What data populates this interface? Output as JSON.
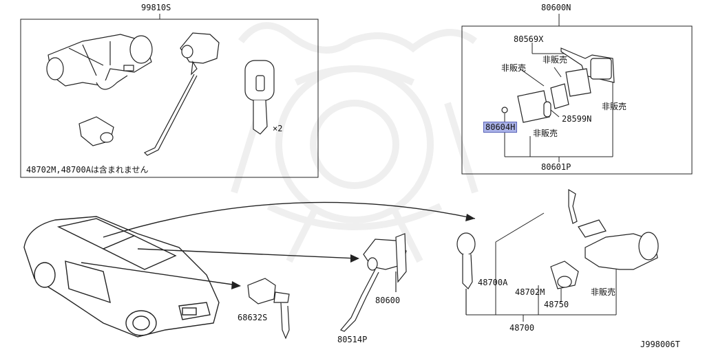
{
  "diagram": {
    "doc_id": "J998006T",
    "top_left_group": {
      "part_no": "99810S",
      "quantity_note": "×2",
      "exclusion_note": "48702M,48700Aは含まれません"
    },
    "top_right_group": {
      "part_no": "80600N",
      "parts": [
        "80569X",
        "28599N",
        "80604H",
        "80601P"
      ],
      "not_sold_label": "非販売"
    },
    "bottom_parts": [
      "68632S",
      "80600",
      "80514P",
      "48700A",
      "48702M",
      "48750",
      "48700"
    ],
    "not_sold_label": "非販売",
    "highlighted_part": "80604H"
  }
}
